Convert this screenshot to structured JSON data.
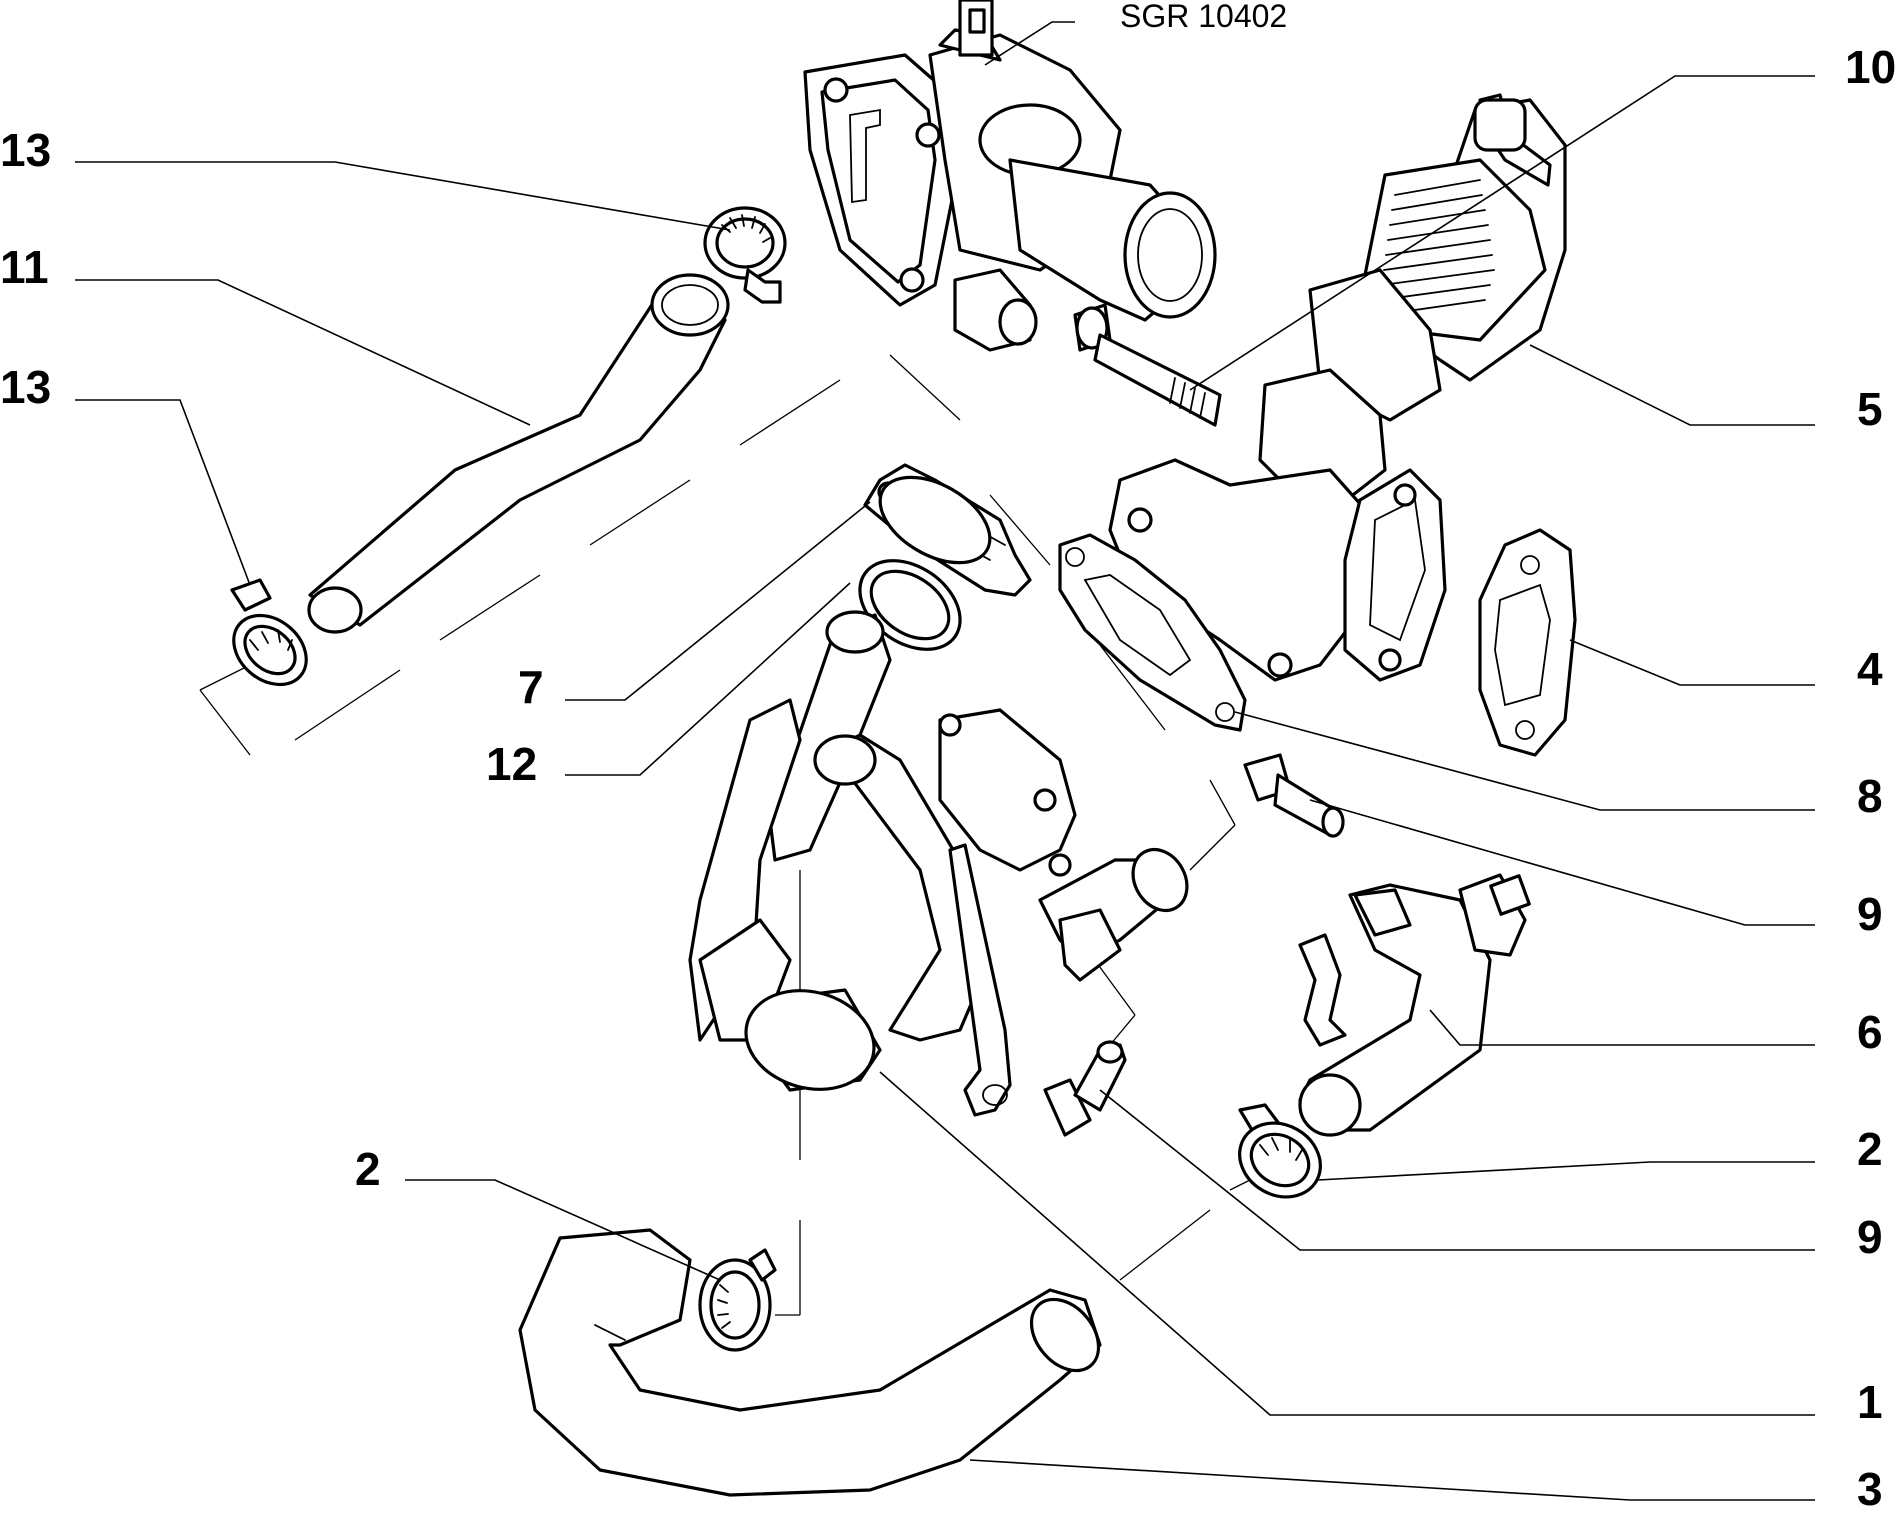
{
  "diagram": {
    "reference_code": "SGR 10402",
    "callouts": {
      "c13_top": "13",
      "c11": "11",
      "c13_left": "13",
      "c10": "10",
      "c5": "5",
      "c4": "4",
      "c7": "7",
      "c12": "12",
      "c8": "8",
      "c9_upper": "9",
      "c6": "6",
      "c2_right": "2",
      "c9_lower": "9",
      "c2_left": "2",
      "c1": "1",
      "c3": "3"
    }
  }
}
